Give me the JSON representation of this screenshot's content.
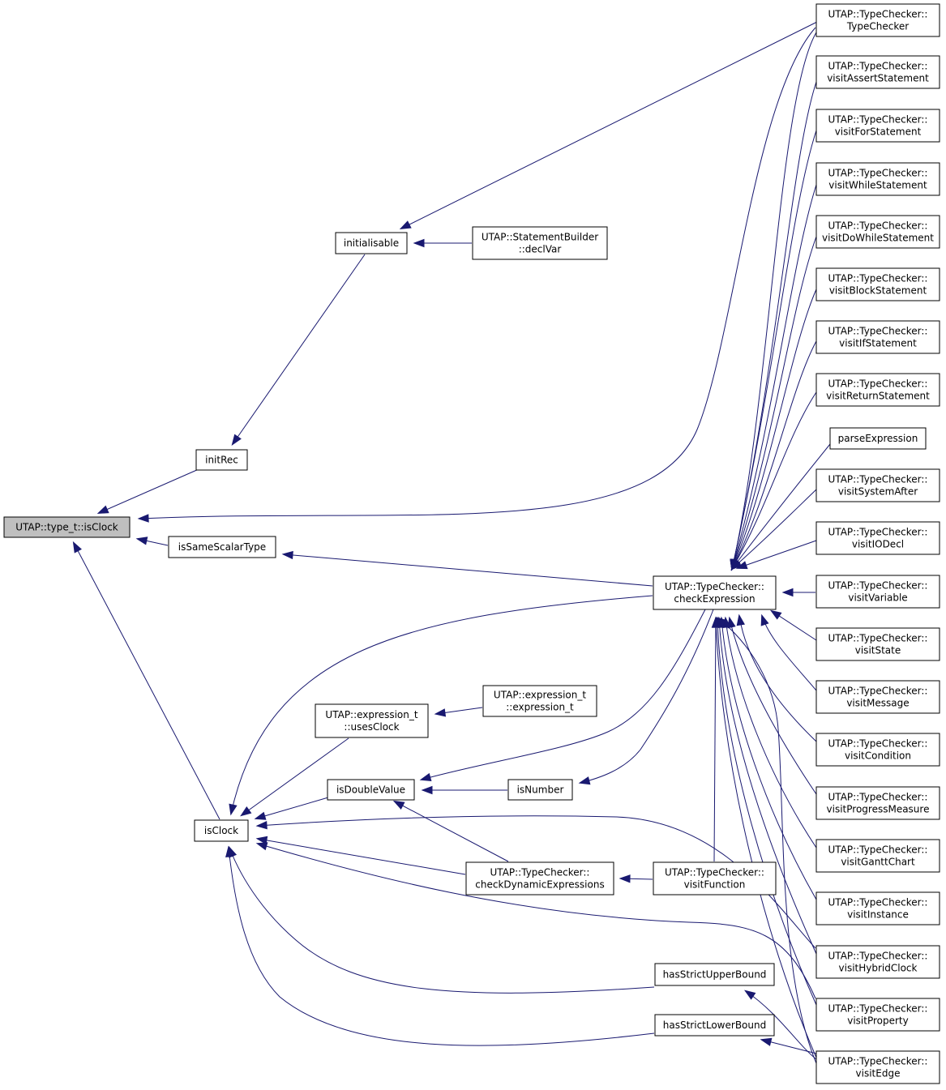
{
  "nodes": [
    {
      "id": "root",
      "lines": [
        "UTAP::type_t::isClock"
      ],
      "root": true
    },
    {
      "id": "initRec",
      "lines": [
        "initRec"
      ]
    },
    {
      "id": "initialisable",
      "lines": [
        "initialisable"
      ]
    },
    {
      "id": "declVar",
      "lines": [
        "UTAP::StatementBuilder",
        "::declVar"
      ]
    },
    {
      "id": "isSameScalarType",
      "lines": [
        "isSameScalarType"
      ]
    },
    {
      "id": "checkExpression",
      "lines": [
        "UTAP::TypeChecker::",
        "checkExpression"
      ]
    },
    {
      "id": "isClock",
      "lines": [
        "isClock"
      ]
    },
    {
      "id": "usesClock",
      "lines": [
        "UTAP::expression_t",
        "::usesClock"
      ]
    },
    {
      "id": "exprCtor",
      "lines": [
        "UTAP::expression_t",
        "::expression_t"
      ]
    },
    {
      "id": "isDoubleValue",
      "lines": [
        "isDoubleValue"
      ]
    },
    {
      "id": "isNumber",
      "lines": [
        "isNumber"
      ]
    },
    {
      "id": "checkDynamic",
      "lines": [
        "UTAP::TypeChecker::",
        "checkDynamicExpressions"
      ]
    },
    {
      "id": "visitFunction",
      "lines": [
        "UTAP::TypeChecker::",
        "visitFunction"
      ]
    },
    {
      "id": "hasUpper",
      "lines": [
        "hasStrictUpperBound"
      ]
    },
    {
      "id": "hasLower",
      "lines": [
        "hasStrictLowerBound"
      ]
    },
    {
      "id": "tcCtor",
      "lines": [
        "UTAP::TypeChecker::",
        "TypeChecker"
      ]
    },
    {
      "id": "vAssert",
      "lines": [
        "UTAP::TypeChecker::",
        "visitAssertStatement"
      ]
    },
    {
      "id": "vFor",
      "lines": [
        "UTAP::TypeChecker::",
        "visitForStatement"
      ]
    },
    {
      "id": "vWhile",
      "lines": [
        "UTAP::TypeChecker::",
        "visitWhileStatement"
      ]
    },
    {
      "id": "vDoWhile",
      "lines": [
        "UTAP::TypeChecker::",
        "visitDoWhileStatement"
      ]
    },
    {
      "id": "vBlock",
      "lines": [
        "UTAP::TypeChecker::",
        "visitBlockStatement"
      ]
    },
    {
      "id": "vIf",
      "lines": [
        "UTAP::TypeChecker::",
        "visitIfStatement"
      ]
    },
    {
      "id": "vReturn",
      "lines": [
        "UTAP::TypeChecker::",
        "visitReturnStatement"
      ]
    },
    {
      "id": "parseExpr",
      "lines": [
        "parseExpression"
      ]
    },
    {
      "id": "vSysAfter",
      "lines": [
        "UTAP::TypeChecker::",
        "visitSystemAfter"
      ]
    },
    {
      "id": "vIODecl",
      "lines": [
        "UTAP::TypeChecker::",
        "visitIODecl"
      ]
    },
    {
      "id": "vVariable",
      "lines": [
        "UTAP::TypeChecker::",
        "visitVariable"
      ]
    },
    {
      "id": "vState",
      "lines": [
        "UTAP::TypeChecker::",
        "visitState"
      ]
    },
    {
      "id": "vMessage",
      "lines": [
        "UTAP::TypeChecker::",
        "visitMessage"
      ]
    },
    {
      "id": "vCondition",
      "lines": [
        "UTAP::TypeChecker::",
        "visitCondition"
      ]
    },
    {
      "id": "vProgress",
      "lines": [
        "UTAP::TypeChecker::",
        "visitProgressMeasure"
      ]
    },
    {
      "id": "vGantt",
      "lines": [
        "UTAP::TypeChecker::",
        "visitGanttChart"
      ]
    },
    {
      "id": "vInstance",
      "lines": [
        "UTAP::TypeChecker::",
        "visitInstance"
      ]
    },
    {
      "id": "vHybrid",
      "lines": [
        "UTAP::TypeChecker::",
        "visitHybridClock"
      ]
    },
    {
      "id": "vProperty",
      "lines": [
        "UTAP::TypeChecker::",
        "visitProperty"
      ]
    },
    {
      "id": "vEdge",
      "lines": [
        "UTAP::TypeChecker::",
        "visitEdge"
      ]
    }
  ]
}
